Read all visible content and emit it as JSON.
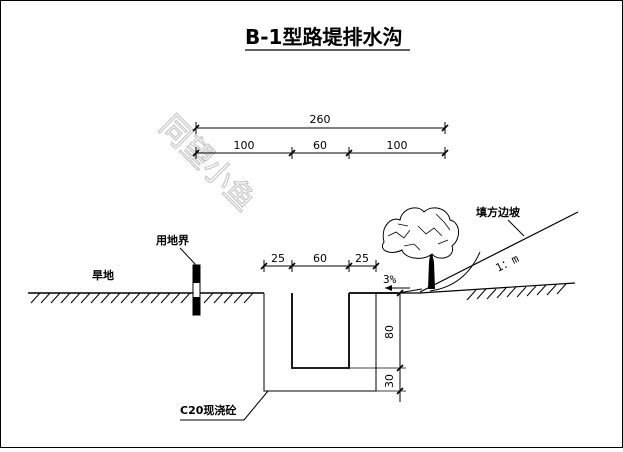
{
  "title": "B-1型路堤排水沟",
  "watermark": "同望小鱼",
  "dimensions": {
    "overall_width": "260",
    "left_segment": "100",
    "middle_segment": "60",
    "right_segment": "100",
    "ditch_left_top": "25",
    "ditch_bottom_width": "60",
    "ditch_right_top": "25",
    "ditch_depth": "80",
    "base_thickness": "30"
  },
  "labels": {
    "land_boundary": "用地界",
    "dry_land": "旱地",
    "fill_slope": "填方边坡",
    "slope_ratio": "1：m",
    "crossfall": "3%",
    "concrete": "C20现浇砼"
  },
  "colors": {
    "line": "#000000",
    "watermark": "#bfbfbf"
  }
}
